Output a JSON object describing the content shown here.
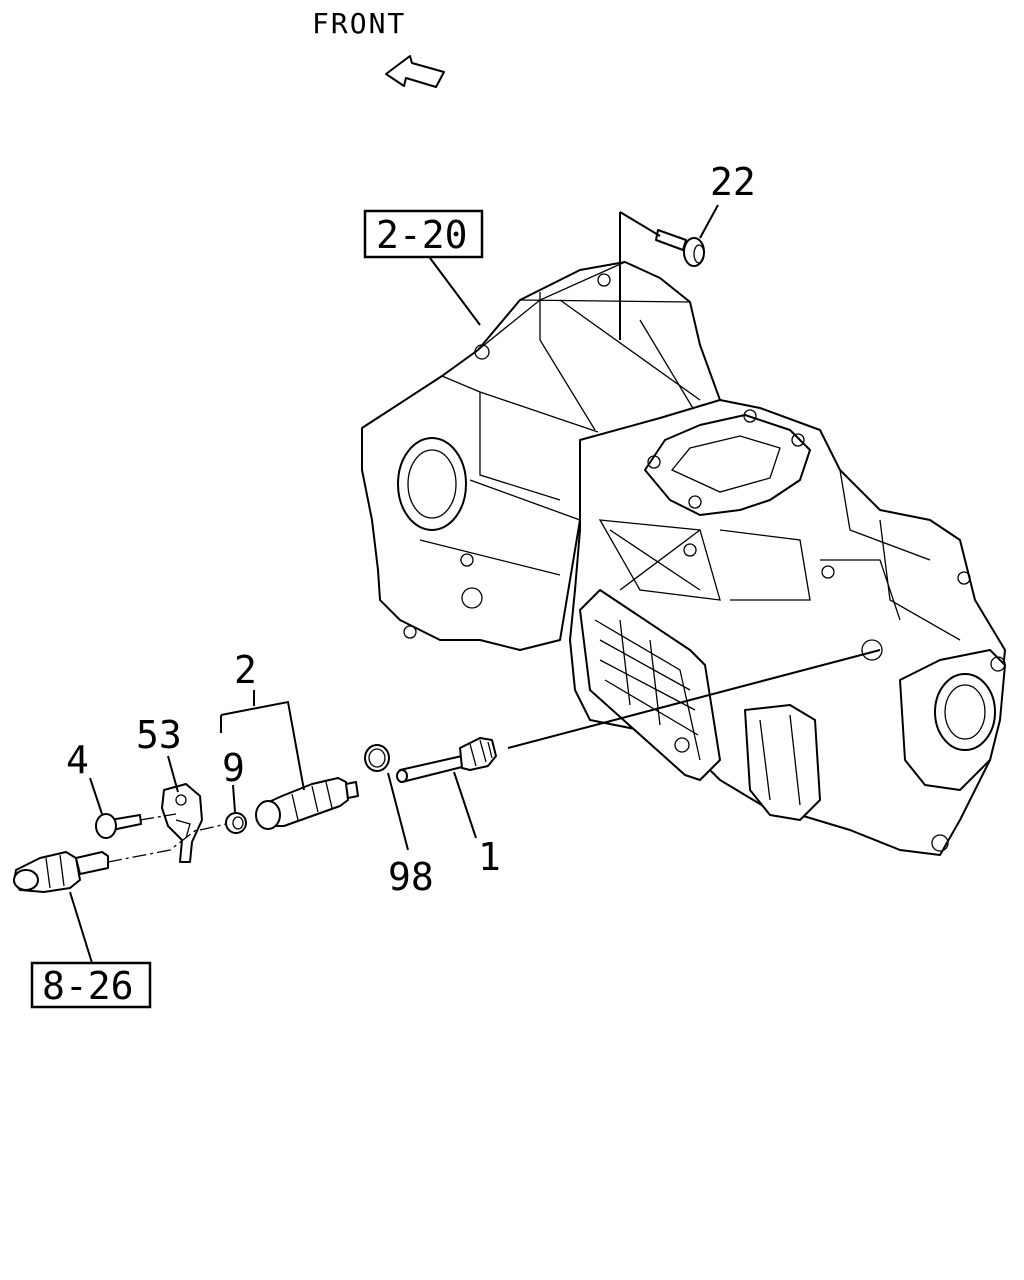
{
  "header": {
    "front_label": "FRONT"
  },
  "callouts": {
    "main_housing_ref": "2-20",
    "bolt_top": "22",
    "sensor_assembly": "2",
    "plate": "53",
    "bolt_small": "4",
    "sleeve": "9",
    "o_ring": "98",
    "driven_gear": "1",
    "sensor_ref": "8-26"
  },
  "colors": {
    "line": "#000000",
    "background": "#ffffff"
  }
}
